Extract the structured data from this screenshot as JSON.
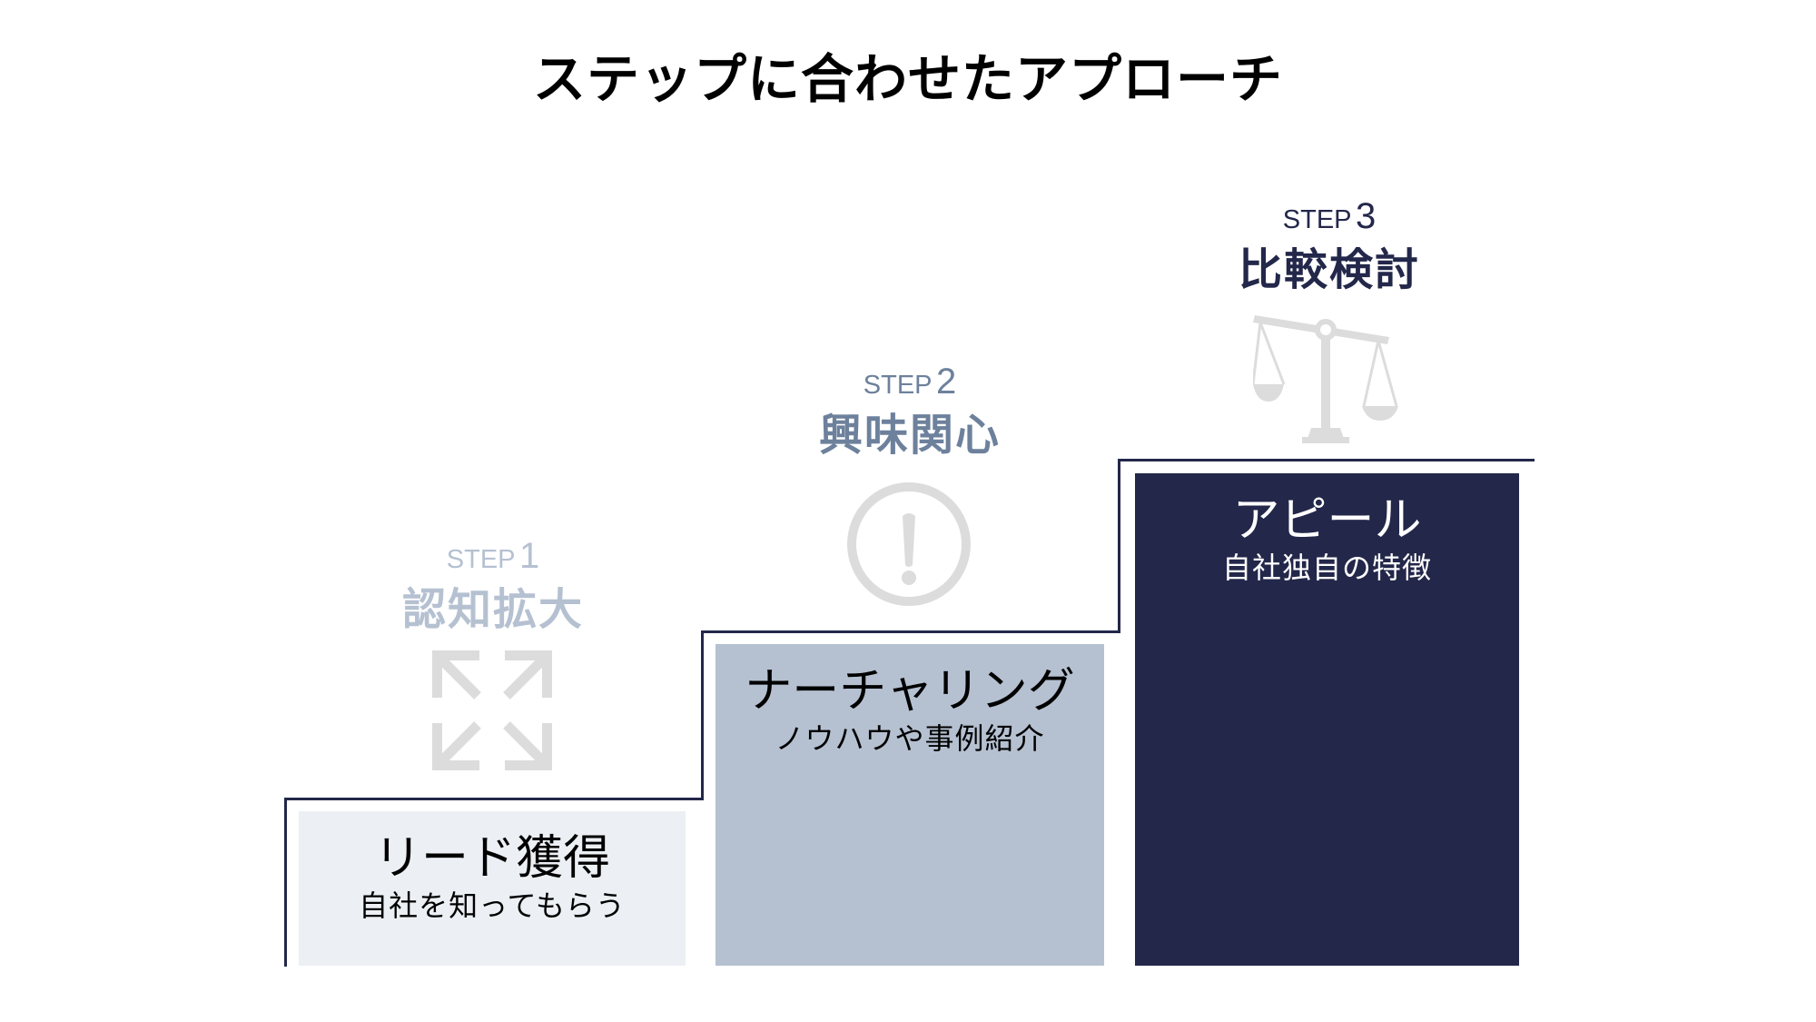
{
  "title": "ステップに合わせたアプローチ",
  "colors": {
    "line": "#23274a",
    "icon_gray": "#dcdcdc",
    "step1_text": "#b5c1d1",
    "step2_text": "#6d819c",
    "step3_text": "#23274a",
    "box1_fill": "#ecf0f4",
    "box2_fill": "#b5c1d1",
    "box3_fill": "#23274a"
  },
  "steps": [
    {
      "label_word": "STEP",
      "label_number": "1",
      "heading": "認知拡大",
      "icon": "expand-arrows-icon",
      "box_title": "リード獲得",
      "box_subtitle": "自社を知ってもらう"
    },
    {
      "label_word": "STEP",
      "label_number": "2",
      "heading": "興味関心",
      "icon": "exclamation-circle-icon",
      "box_title": "ナーチャリング",
      "box_subtitle": "ノウハウや事例紹介"
    },
    {
      "label_word": "STEP",
      "label_number": "3",
      "heading": "比較検討",
      "icon": "balance-scale-icon",
      "box_title": "アピール",
      "box_subtitle": "自社独自の特徴"
    }
  ]
}
